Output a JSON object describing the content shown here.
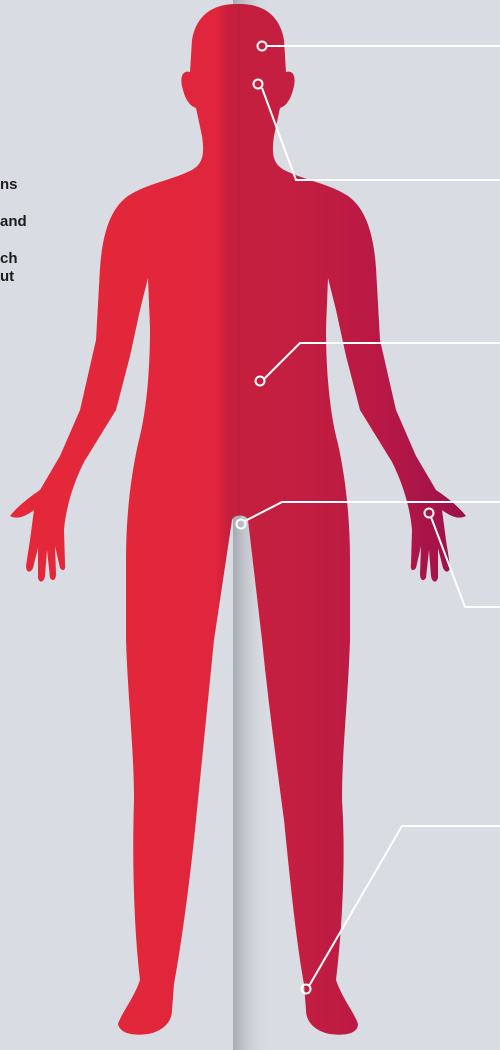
{
  "left_text_fragments": [
    "ns",
    "and",
    "ch",
    "ut"
  ],
  "colors": {
    "background": "#d9dce2",
    "body_left": "#e5283a",
    "body_right": "#a3124a",
    "callout_line": "#ffffff",
    "text": "#1c1c1c"
  },
  "callouts": [
    {
      "name": "head"
    },
    {
      "name": "face"
    },
    {
      "name": "torso"
    },
    {
      "name": "groin"
    },
    {
      "name": "hand"
    },
    {
      "name": "foot"
    }
  ]
}
